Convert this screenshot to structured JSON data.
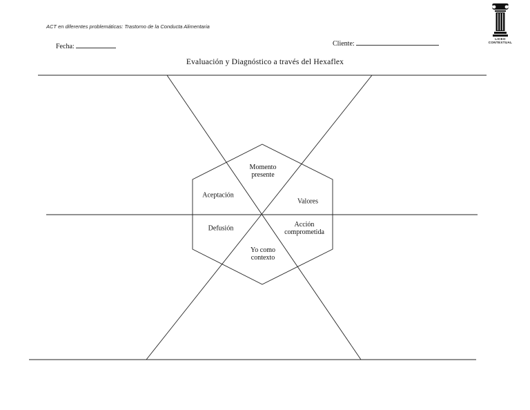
{
  "header": {
    "subtitle": "ACT en diferentes problemáticas: Trastorno de la Conducta Alimentaria",
    "fecha_label": "Fecha:",
    "cliente_label": "Cliente:",
    "title": "Evaluación y Diagnóstico a través del Hexaflex"
  },
  "logo": {
    "line1": "LICEO",
    "line2": "CONTEXTUAL",
    "icon": "ionic-column-icon"
  },
  "hexaflex": {
    "momento_1": "Momento",
    "momento_2": "presente",
    "aceptacion": "Aceptación",
    "valores": "Valores",
    "defusion": "Defusión",
    "accion_1": "Acción",
    "accion_2": "comprometida",
    "yo_1": "Yo como",
    "yo_2": "contexto"
  }
}
